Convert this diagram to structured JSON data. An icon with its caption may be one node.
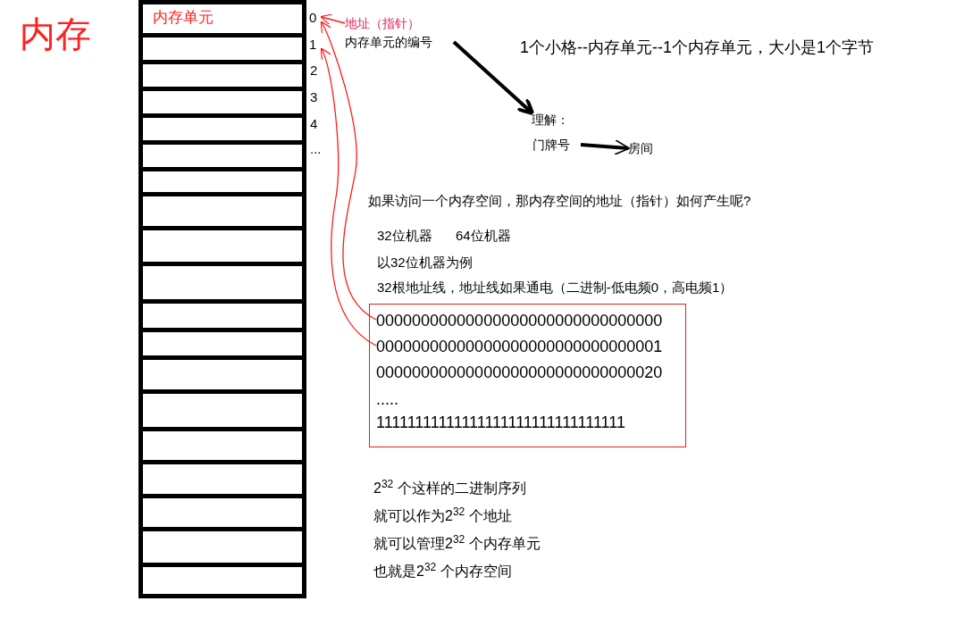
{
  "diagram": {
    "title": "内存",
    "nodes": [
      {
        "text": [],
        "shape": "box"
      },
      {
        "text": [
          "内存单元"
        ],
        "in": 0
      },
      {
        "text": [
          "0"
        ]
      },
      {
        "text": [
          "1"
        ]
      },
      {
        "text": [
          "地址（指针）"
        ]
      },
      {
        "text": [
          "内存单元的编号"
        ]
      },
      {
        "text": [
          "理解："
        ]
      },
      {
        "text": [
          "门牌号"
        ]
      },
      {
        "text": [
          "房间"
        ]
      },
      {
        "text": [],
        "shape": "box"
      },
      {
        "text": [
          "00000000000000000000000000000000"
        ],
        "in": 9
      },
      {
        "text": [
          "00000000000000000000000000000001"
        ],
        "in": 9
      },
      {
        "text": [
          "00000000000000000000000000000020"
        ],
        "in": 9
      },
      {
        "text": [
          "....."
        ],
        "in": 9
      },
      {
        "text": [
          "11111111111111111111111111111111"
        ],
        "in": 9
      }
    ],
    "edges": [
      {
        "from": 4,
        "to": 2,
        "arrow": "to"
      },
      {
        "from": 10,
        "to": 2,
        "arrow": "to"
      },
      {
        "from": 11,
        "to": 3,
        "arrow": "to"
      },
      {
        "from": 5,
        "to": 6,
        "arrow": "to",
        "style": "thick",
        "color": "#000000"
      },
      {
        "from": 7,
        "to": 8,
        "arrow": "to",
        "style": "thick",
        "color": "#000000"
      }
    ],
    "labels": [
      "2",
      "3",
      "4",
      "...",
      "1个小格--内存单元--1个内存单元，大小是1个字节",
      "如果访问一个内存空间，那内存空间的地址（指针）如何产生呢?",
      "32位机器",
      "64位机器",
      "以32位机器为例",
      "32根地址线，地址线如果通电（二进制-低电频0，高电频1）",
      "2$^{32}$ 个这样的二进制序列",
      "就可以作为2$^{32}$ 个地址",
      "就可以管理2$^{32}$ 个内存单元",
      "也就是2$^{32}$ 个内存空间"
    ]
  }
}
